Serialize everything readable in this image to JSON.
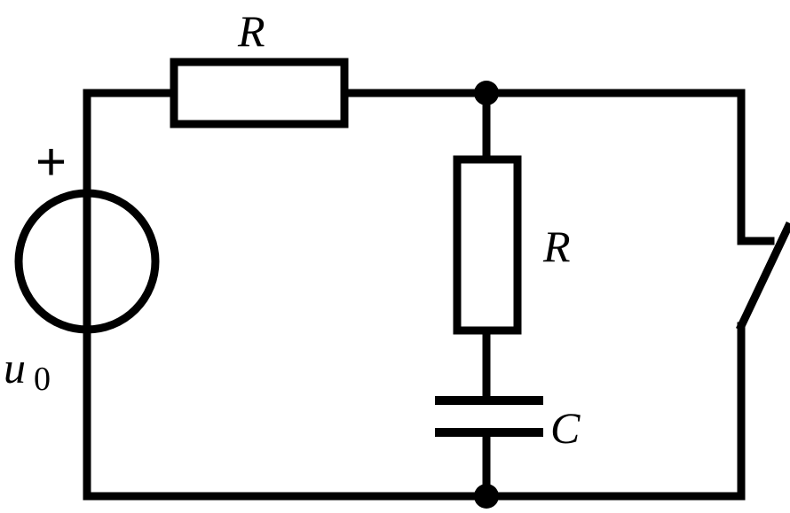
{
  "labels": {
    "resistor_top": "R",
    "resistor_middle": "R",
    "capacitor": "C",
    "source_symbol": "u",
    "source_subscript": "0",
    "source_polarity": "+"
  }
}
